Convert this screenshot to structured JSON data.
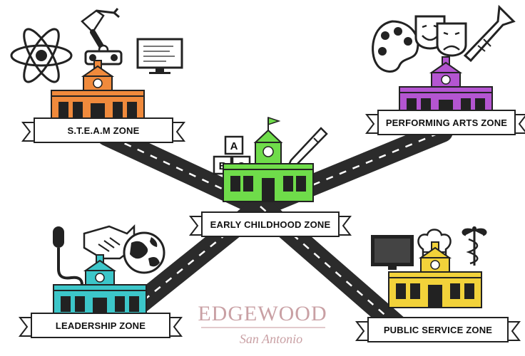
{
  "zones": {
    "steam": {
      "label": "S.T.E.A.M ZONE",
      "color": "#f08a3c"
    },
    "arts": {
      "label": "PERFORMING ARTS  ZONE",
      "color": "#b455d1"
    },
    "early": {
      "label": "EARLY CHILDHOOD ZONE",
      "color": "#6fdc4a"
    },
    "leadership": {
      "label": "LEADERSHIP ZONE",
      "color": "#3cc6c9"
    },
    "public": {
      "label": "PUBLIC SERVICE ZONE",
      "color": "#f2d23a"
    }
  },
  "blocks": [
    "A",
    "B",
    "C"
  ],
  "logo": {
    "name": "EDGEWOOD",
    "script": "San Antonio"
  },
  "icons": [
    "atom-icon",
    "robot-arm-icon",
    "computer-monitor-icon",
    "palette-icon",
    "theater-masks-icon",
    "trumpet-icon",
    "abc-blocks-icon",
    "crayon-icon",
    "microphone-icon",
    "handshake-icon",
    "globe-icon",
    "tv-monitor-icon",
    "chef-hat-icon",
    "caduceus-icon"
  ]
}
